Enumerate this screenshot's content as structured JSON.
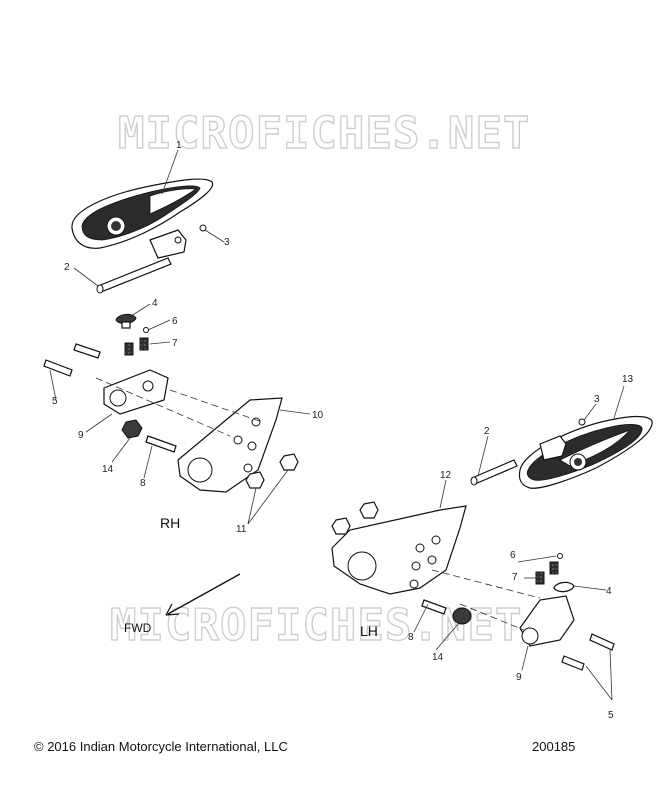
{
  "watermark": "MICROFICHES.NET",
  "callouts": {
    "rh_1": "1",
    "rh_2": "2",
    "rh_3": "3",
    "rh_4": "4",
    "rh_5": "5",
    "rh_6": "6",
    "rh_7": "7",
    "rh_8": "8",
    "rh_9": "9",
    "rh_10": "10",
    "rh_11": "11",
    "rh_14": "14",
    "lh_2": "2",
    "lh_3": "3",
    "lh_4": "4",
    "lh_5": "5",
    "lh_6": "6",
    "lh_7": "7",
    "lh_8": "8",
    "lh_9": "9",
    "lh_12": "12",
    "lh_13": "13",
    "lh_14": "14"
  },
  "labels": {
    "rh": "RH",
    "lh": "LH",
    "fwd": "FWD"
  },
  "footer": {
    "copyright": "© 2016 Indian Motorcycle International, LLC",
    "code": "200185"
  }
}
